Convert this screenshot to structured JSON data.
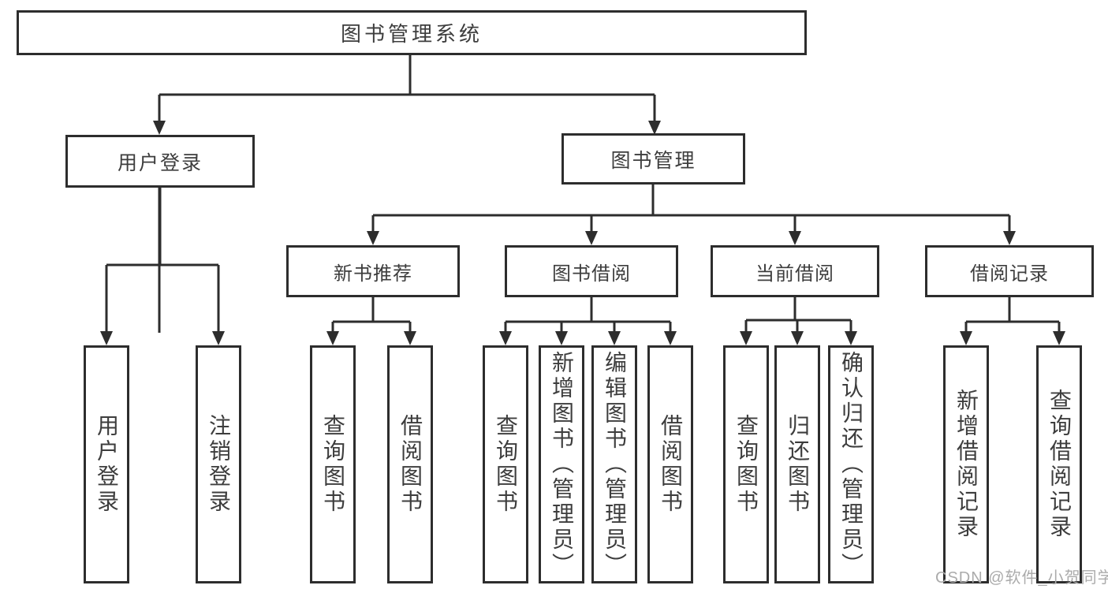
{
  "diagram": {
    "root": {
      "label": "图书管理系统"
    },
    "branches": [
      {
        "label": "用户登录",
        "children": [
          {
            "label": "用户登录"
          },
          {
            "label": "注销登录"
          }
        ]
      },
      {
        "label": "图书管理",
        "children": [
          {
            "label": "新书推荐",
            "children": [
              {
                "label": "查询图书"
              },
              {
                "label": "借阅图书"
              }
            ]
          },
          {
            "label": "图书借阅",
            "children": [
              {
                "label": "查询图书"
              },
              {
                "label": "新增图书（管理员）"
              },
              {
                "label": "编辑图书（管理员）"
              },
              {
                "label": "借阅图书"
              }
            ]
          },
          {
            "label": "当前借阅",
            "children": [
              {
                "label": "查询图书"
              },
              {
                "label": "归还图书"
              },
              {
                "label": "确认归还（管理员）"
              }
            ]
          },
          {
            "label": "借阅记录",
            "children": [
              {
                "label": "新增借阅记录"
              },
              {
                "label": "查询借阅记录"
              }
            ]
          }
        ]
      }
    ]
  },
  "watermark": {
    "text": "CSDN @软件_小贺同学"
  },
  "colors": {
    "line": "#2d2d2d",
    "text": "#3d3d3d",
    "watermark": "#ababab",
    "background": "#ffffff"
  }
}
